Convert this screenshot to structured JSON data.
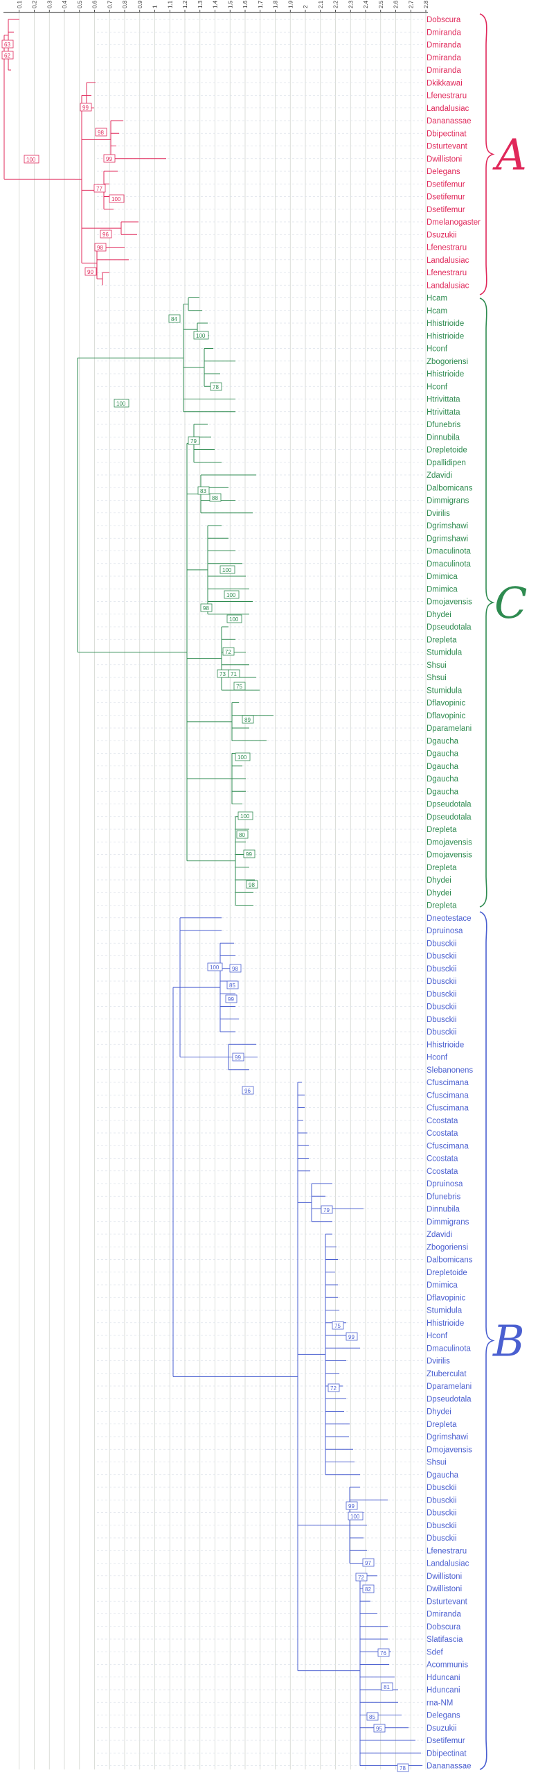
{
  "axis_ticks": [
    "0.1",
    "0.2",
    "0.3",
    "0.4",
    "0.5",
    "0.6",
    "0.7",
    "0.8",
    "0.9",
    "1",
    "1.1",
    "1.2",
    "1.3",
    "1.4",
    "1.5",
    "1.6",
    "1.7",
    "1.8",
    "1.9",
    "2",
    "2.1",
    "2.2",
    "2.3",
    "2.4",
    "2.5",
    "2.6",
    "2.7",
    "2.8"
  ],
  "clades": [
    {
      "label": "A",
      "color": "#e0285a"
    },
    {
      "label": "C",
      "color": "#2e8b50"
    },
    {
      "label": "B",
      "color": "#4a5fd0"
    }
  ],
  "leaves_A": [
    "Dobscura",
    "Dmiranda",
    "Dmiranda",
    "Dmiranda",
    "Dmiranda",
    "Dkikkawai",
    "Lfenestraru",
    "Landalusiac",
    "Dananassae",
    "Dbipectinat",
    "Dsturtevant",
    "Dwillistoni",
    "Delegans",
    "Dsetifemur",
    "Dsetifemur",
    "Dsetifemur",
    "Dmelanogaster",
    "Dsuzukii",
    "Lfenestraru",
    "Landalusiac",
    "Lfenestraru",
    "Landalusiac"
  ],
  "leaves_C": [
    "Hcam",
    "Hcam",
    "Hhistrioide",
    "Hhistrioide",
    "Hconf",
    "Zbogoriensi",
    "Hhistrioide",
    "Hconf",
    "Htrivittata",
    "Htrivittata",
    "Dfunebris",
    "Dinnubila",
    "Drepletoide",
    "Dpallidipen",
    "Zdavidi",
    "Dalbomicans",
    "Dimmigrans",
    "Dvirilis",
    "Dgrimshawi",
    "Dgrimshawi",
    "Dmaculinota",
    "Dmaculinota",
    "Dmimica",
    "Dmimica",
    "Dmojavensis",
    "Dhydei",
    "Dpseudotala",
    "Drepleta",
    "Stumidula",
    "Shsui",
    "Shsui",
    "Stumidula",
    "Dflavopinic",
    "Dflavopinic",
    "Dparamelani",
    "Dgaucha",
    "Dgaucha",
    "Dgaucha",
    "Dgaucha",
    "Dgaucha",
    "Dpseudotala",
    "Dpseudotala",
    "Drepleta",
    "Dmojavensis",
    "Dmojavensis",
    "Drepleta",
    "Dhydei",
    "Dhydei",
    "Drepleta"
  ],
  "leaves_B": [
    "Dneotestace",
    "Dpruinosa",
    "Dbusckii",
    "Dbusckii",
    "Dbusckii",
    "Dbusckii",
    "Dbusckii",
    "Dbusckii",
    "Dbusckii",
    "Dbusckii",
    "Hhistrioide",
    "Hconf",
    "Slebanonens",
    "Cfuscimana",
    "Cfuscimana",
    "Cfuscimana",
    "Ccostata",
    "Ccostata",
    "Cfuscimana",
    "Ccostata",
    "Ccostata",
    "Dpruinosa",
    "Dfunebris",
    "Dinnubila",
    "Dimmigrans",
    "Zdavidi",
    "Zbogoriensi",
    "Dalbomicans",
    "Drepletoide",
    "Dmimica",
    "Dflavopinic",
    "Stumidula",
    "Hhistrioide",
    "Hconf",
    "Dmaculinota",
    "Dvirilis",
    "Ztuberculat",
    "Dparamelani",
    "Dpseudotala",
    "Dhydei",
    "Drepleta",
    "Dgrimshawi",
    "Dmojavensis",
    "Shsui",
    "Dgaucha",
    "Dbusckii",
    "Dbusckii",
    "Dbusckii",
    "Dbusckii",
    "Dbusckii",
    "Lfenestraru",
    "Landalusiac",
    "Dwillistoni",
    "Dwillistoni",
    "Dsturtevant",
    "Dmiranda",
    "Dobscura",
    "Slatifascia",
    "Sdef",
    "Acommunis",
    "Hduncani",
    "Hduncani",
    "rna-NM",
    "Delegans",
    "Dsuzukii",
    "Dsetifemur",
    "Dbipectinat",
    "Dananassae"
  ],
  "bootstrap_A": [
    "63",
    "62",
    "100",
    "99",
    "98",
    "99",
    "77",
    "100",
    "96",
    "98",
    "90"
  ],
  "bootstrap_C": [
    "84",
    "100",
    "78",
    "100",
    "79",
    "83",
    "88",
    "100",
    "100",
    "100",
    "98",
    "72",
    "73",
    "71",
    "75",
    "89",
    "100",
    "100",
    "80",
    "99",
    "98"
  ],
  "bootstrap_B": [
    "100",
    "98",
    "85",
    "99",
    "99",
    "96",
    "79",
    "75",
    "99",
    "72",
    "99",
    "100",
    "97",
    "72",
    "82",
    "76",
    "81",
    "85",
    "95",
    "78"
  ]
}
